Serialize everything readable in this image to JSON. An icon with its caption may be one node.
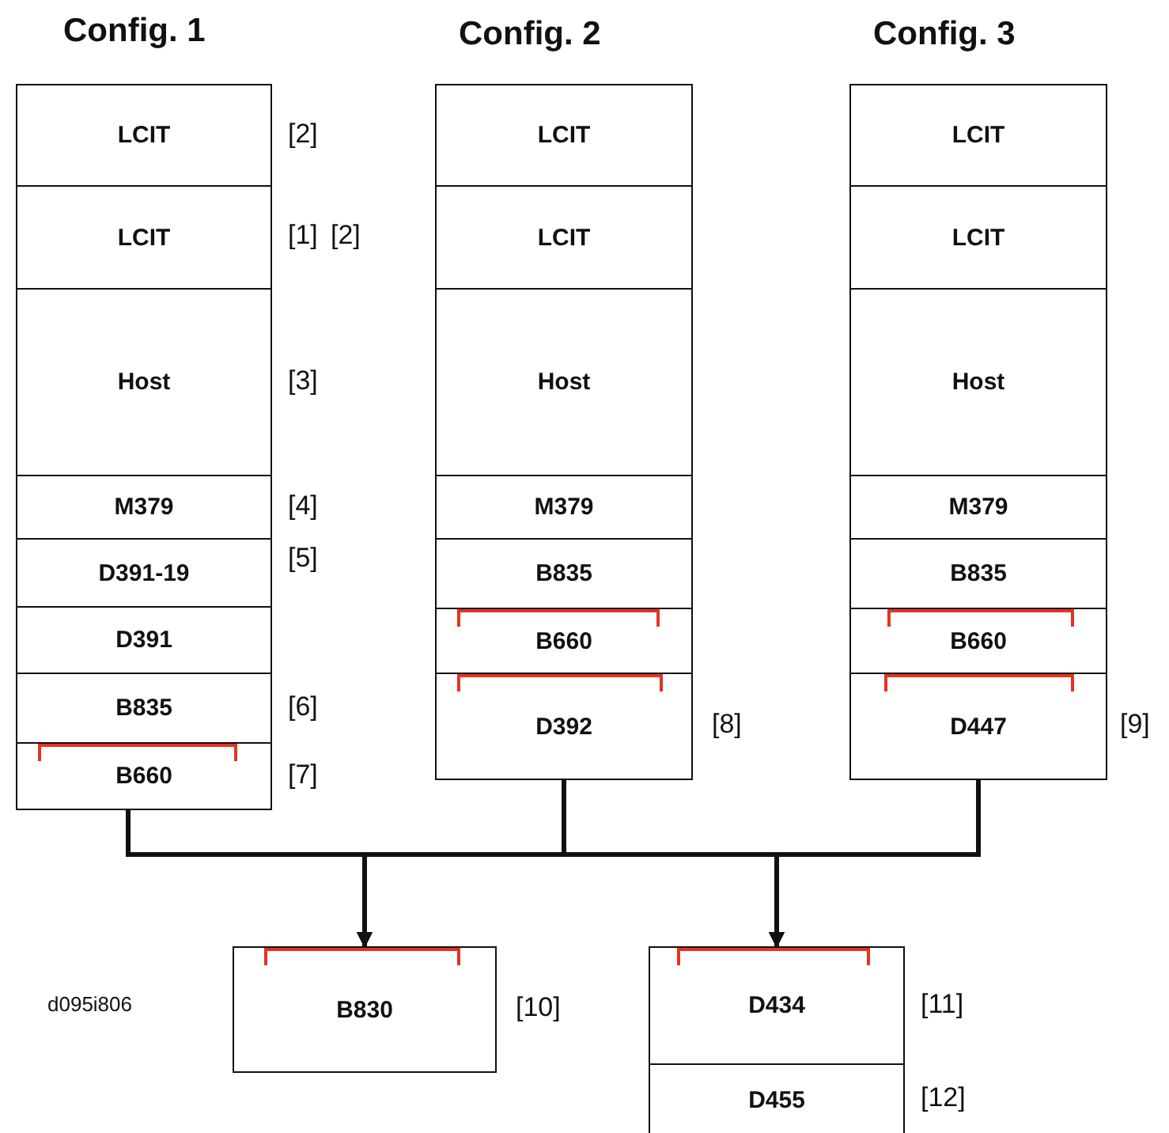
{
  "diagram": {
    "nodes": [
      {
        "text": [
          "LCIT"
        ],
        "beside": [
          "[2]"
        ]
      },
      {
        "text": [
          "LCIT"
        ],
        "beside": [
          "[1]",
          "[2]"
        ]
      },
      {
        "text": [
          "Host"
        ],
        "beside": [
          "[3]"
        ]
      },
      {
        "text": [
          "M379"
        ],
        "beside": [
          "[4]"
        ]
      },
      {
        "text": [
          "D391-19"
        ]
      },
      {
        "text": [
          "D391"
        ]
      },
      {
        "text": [
          "B835"
        ],
        "beside": [
          "[6]"
        ]
      },
      {
        "text": [
          "B660"
        ],
        "beside": [
          "[7]"
        ]
      },
      {
        "text": [
          "LCIT"
        ]
      },
      {
        "text": [
          "LCIT"
        ]
      },
      {
        "text": [
          "Host"
        ]
      },
      {
        "text": [
          "M379"
        ]
      },
      {
        "text": [
          "B835"
        ]
      },
      {
        "text": [
          "B660"
        ]
      },
      {
        "text": [
          "D392"
        ],
        "beside": [
          "[8]"
        ]
      },
      {
        "text": [
          "LCIT"
        ]
      },
      {
        "text": [
          "LCIT"
        ]
      },
      {
        "text": [
          "Host"
        ]
      },
      {
        "text": [
          "M379"
        ]
      },
      {
        "text": [
          "B835"
        ]
      },
      {
        "text": [
          "B660"
        ]
      },
      {
        "text": [
          "D447"
        ],
        "beside": [
          "[9]"
        ]
      },
      {
        "text": [
          "B830"
        ],
        "beside": [
          "[10]"
        ]
      },
      {
        "text": [
          "D434"
        ],
        "beside": [
          "[11]"
        ]
      },
      {
        "text": [
          "D455"
        ],
        "beside": [
          "[12]"
        ]
      }
    ],
    "edges": [
      {
        "from": 7,
        "to": 22,
        "arrow": "to"
      },
      {
        "from": 7,
        "to": 23,
        "arrow": "to"
      },
      {
        "from": 14,
        "to": 22,
        "arrow": "to"
      },
      {
        "from": 14,
        "to": 23,
        "arrow": "to"
      },
      {
        "from": 21,
        "to": 22,
        "arrow": "to"
      },
      {
        "from": 21,
        "to": 23,
        "arrow": "to"
      }
    ],
    "labels": [
      "Config. 1",
      "Config. 2",
      "Config. 3",
      "[5]",
      "d095i806"
    ]
  }
}
